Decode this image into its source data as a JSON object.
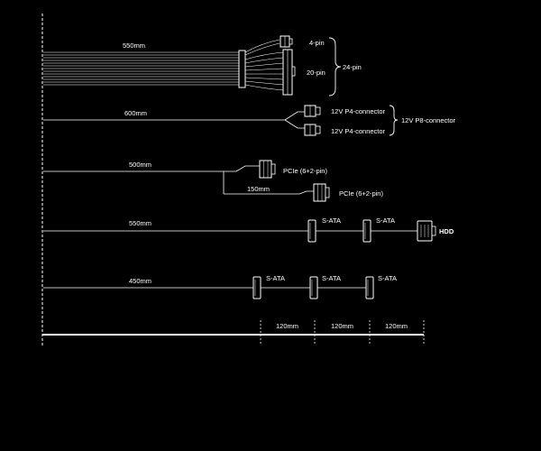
{
  "cables": {
    "atx": {
      "length": "550mm",
      "top_label": "4-pin",
      "bottom_label": "20-pin",
      "group_label": "24-pin"
    },
    "cpu": {
      "length": "600mm",
      "conn1": "12V P4-connector",
      "conn2": "12V P4-connector",
      "group_label": "12V P8-connector"
    },
    "pcie": {
      "length": "500mm",
      "conn1": "PCIe (6+2-pin)",
      "branch_length": "150mm",
      "conn2": "PCIe (6+2-pin)"
    },
    "sata_hdd": {
      "length": "550mm",
      "sata1": "S-ATA",
      "sata2": "S-ATA",
      "hdd": "HDD"
    },
    "sata": {
      "length": "450mm",
      "sata1": "S-ATA",
      "sata2": "S-ATA",
      "sata3": "S-ATA"
    }
  },
  "scale": {
    "seg1": "120mm",
    "seg2": "120mm",
    "seg3": "120mm"
  }
}
